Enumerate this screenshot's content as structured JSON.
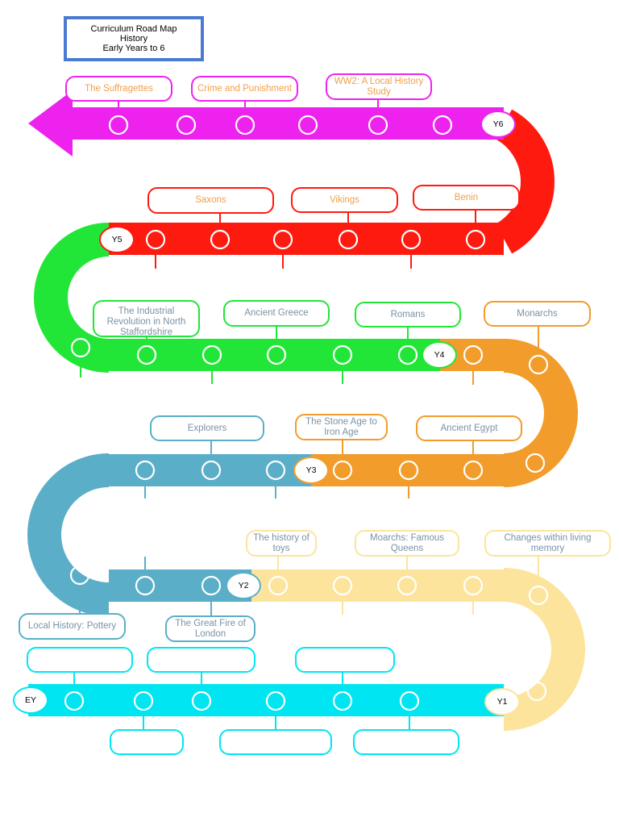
{
  "title": {
    "line1": "Curriculum Road Map",
    "line2": "History",
    "line3": "Early Years to 6"
  },
  "colors": {
    "ey": "#00e5f2",
    "y1": "#fde49c",
    "y2": "#5aaec8",
    "y3": "#f29c2b",
    "y4": "#22e637",
    "y5": "#ff1a10",
    "y6": "#ee22ee",
    "text_ey_y2": "#7a92a5",
    "text_y3_y6": "#f0a04a",
    "title_border": "#4a7bd0"
  },
  "year_markers": {
    "ey": "EY",
    "y1": "Y1",
    "y2": "Y2",
    "y3": "Y3",
    "y4": "Y4",
    "y5": "Y5",
    "y6": "Y6"
  },
  "topics": {
    "y1_changes": "Changes within living memory",
    "y1_queens": "Moarchs: Famous Queens",
    "y1_toys": "The history of toys",
    "y2_fire": "The Great Fire of London",
    "y2_pottery": "Local History: Pottery",
    "y2_explorers": "Explorers",
    "y3_stone_age": "The Stone Age to Iron Age",
    "y3_egypt": "Ancient Egypt",
    "y3_monarchs": "Monarchs",
    "y4_romans": "Romans",
    "y4_greece": "Ancient Greece",
    "y4_industrial": "The Industrial Revolution in North Staffordshire",
    "y5_benin": "Benin",
    "y5_vikings": "Vikings",
    "y5_saxons": "Saxons",
    "y6_ww2": "WW2: A Local History Study",
    "y6_crime": "Crime and Punishment",
    "y6_suffragettes": "The Suffragettes"
  }
}
